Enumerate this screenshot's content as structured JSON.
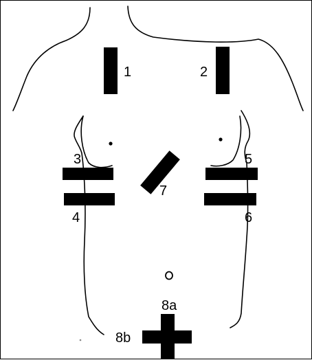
{
  "electrode_labels": {
    "e1": "1",
    "e2": "2",
    "e3": "3",
    "e4": "4",
    "e5": "5",
    "e6": "6",
    "e7": "7",
    "e8a": "8a",
    "e8b": "8b"
  },
  "colors": {
    "background": "#ffffff",
    "ink": "#000000"
  }
}
